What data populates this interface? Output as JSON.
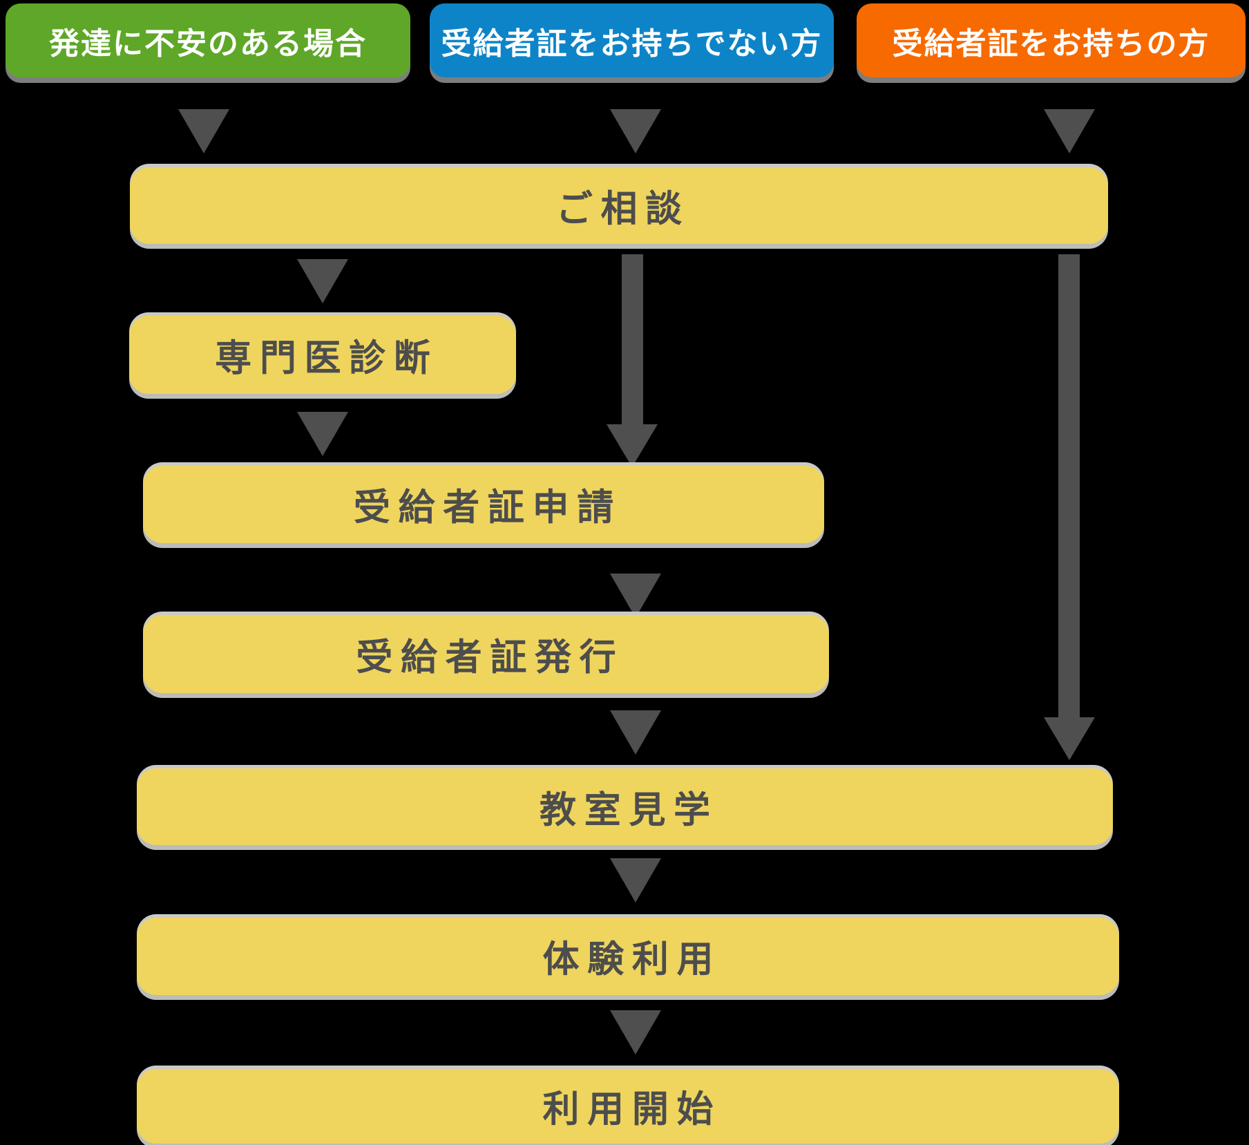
{
  "colors": {
    "background": "#000000",
    "header_green": "#5EA728",
    "header_blue": "#0E84C8",
    "header_orange": "#F76A00",
    "step_yellow": "#EFD55D",
    "step_text": "#4D4D4D",
    "arrow_gray": "#4F4F4F",
    "header_text": "#FFFFFF"
  },
  "headers": [
    {
      "id": "development-concern",
      "label": "発達に不安のある場合"
    },
    {
      "id": "no-certificate",
      "label": "受給者証をお持ちでない方"
    },
    {
      "id": "has-certificate",
      "label": "受給者証をお持ちの方"
    }
  ],
  "steps": [
    {
      "id": "consultation",
      "label": "ご相談"
    },
    {
      "id": "specialist-diagnosis",
      "label": "専門医診断"
    },
    {
      "id": "certificate-application",
      "label": "受給者証申請"
    },
    {
      "id": "certificate-issuance",
      "label": "受給者証発行"
    },
    {
      "id": "classroom-visit",
      "label": "教室見学"
    },
    {
      "id": "trial-use",
      "label": "体験利用"
    },
    {
      "id": "service-start",
      "label": "利用開始"
    }
  ]
}
